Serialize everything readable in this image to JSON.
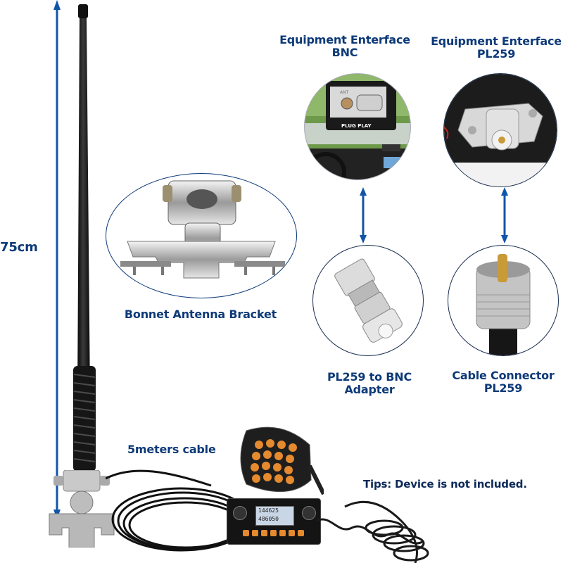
{
  "dimension": {
    "height_label": "75cm",
    "arrow_color": "#1155a8"
  },
  "bracket": {
    "label": "Bonnet Antenna Bracket"
  },
  "interfaces": [
    {
      "title_line1": "Equipment  Enterface",
      "title_line2": "BNC",
      "photo_text_port": "ANT",
      "photo_text_badge": "PLUG PLAY"
    },
    {
      "title_line1": "Equipment  Enterface",
      "title_line2": "PL259"
    }
  ],
  "connectors": [
    {
      "line1": "PL259 to BNC",
      "line2": "Adapter"
    },
    {
      "line1": "Cable Connector",
      "line2": "PL259"
    }
  ],
  "cable": {
    "label": "5meters cable"
  },
  "radio": {
    "display_line1": "144625",
    "display_line2": "486050"
  },
  "tips": {
    "text": "Tips: Device is not included."
  },
  "colors": {
    "text_primary": "#0d3a78",
    "arrow": "#1155a8",
    "circle_border": "#1a2e50"
  }
}
